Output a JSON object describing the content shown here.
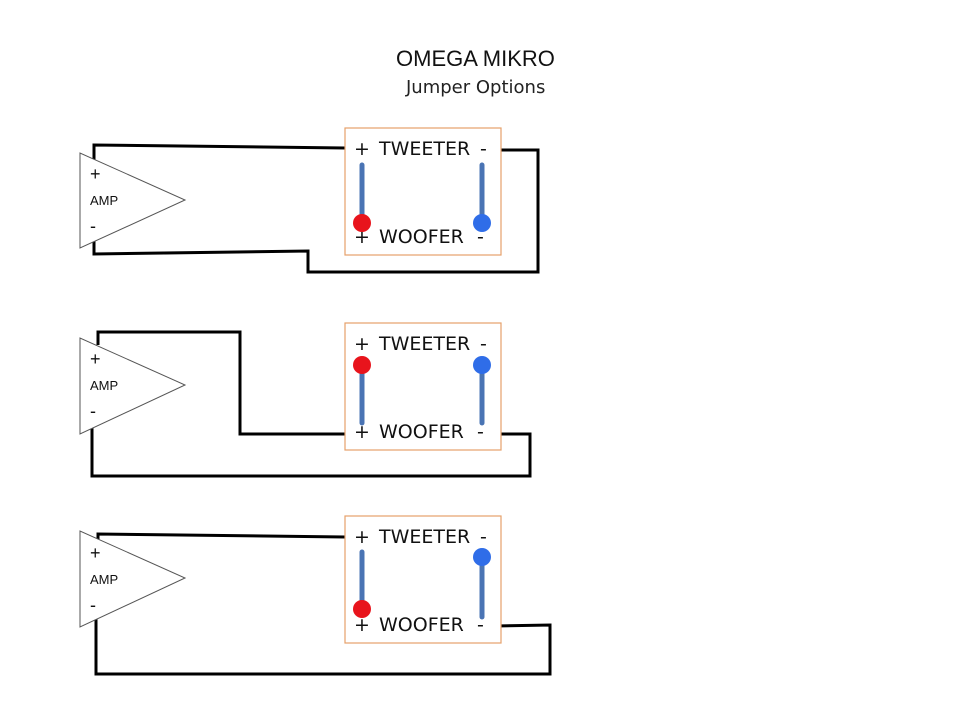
{
  "header": {
    "title": "OMEGA MIKRO",
    "subtitle": "Jumper Options"
  },
  "colors": {
    "positive_jumper": "#e8141c",
    "negative_jumper": "#2f6de8",
    "jumper_bar": "#4a74b4",
    "speaker_box_border": "#e5a16a",
    "wire": "#000000"
  },
  "diagrams": [
    {
      "amp": {
        "label": "AMP",
        "plus": "+",
        "minus": "-"
      },
      "tweeter": {
        "plus": "+",
        "name": "TWEETER",
        "minus": "-"
      },
      "woofer": {
        "plus": "+",
        "name": "WOOFER",
        "minus": "-"
      },
      "positive_jumper": "bottom",
      "negative_jumper": "bottom"
    },
    {
      "amp": {
        "label": "AMP",
        "plus": "+",
        "minus": "-"
      },
      "tweeter": {
        "plus": "+",
        "name": "TWEETER",
        "minus": "-"
      },
      "woofer": {
        "plus": "+",
        "name": "WOOFER",
        "minus": "-"
      },
      "positive_jumper": "top",
      "negative_jumper": "top"
    },
    {
      "amp": {
        "label": "AMP",
        "plus": "+",
        "minus": "-"
      },
      "tweeter": {
        "plus": "+",
        "name": "TWEETER",
        "minus": "-"
      },
      "woofer": {
        "plus": "+",
        "name": "WOOFER",
        "minus": "-"
      },
      "positive_jumper": "bottom",
      "negative_jumper": "top"
    }
  ]
}
